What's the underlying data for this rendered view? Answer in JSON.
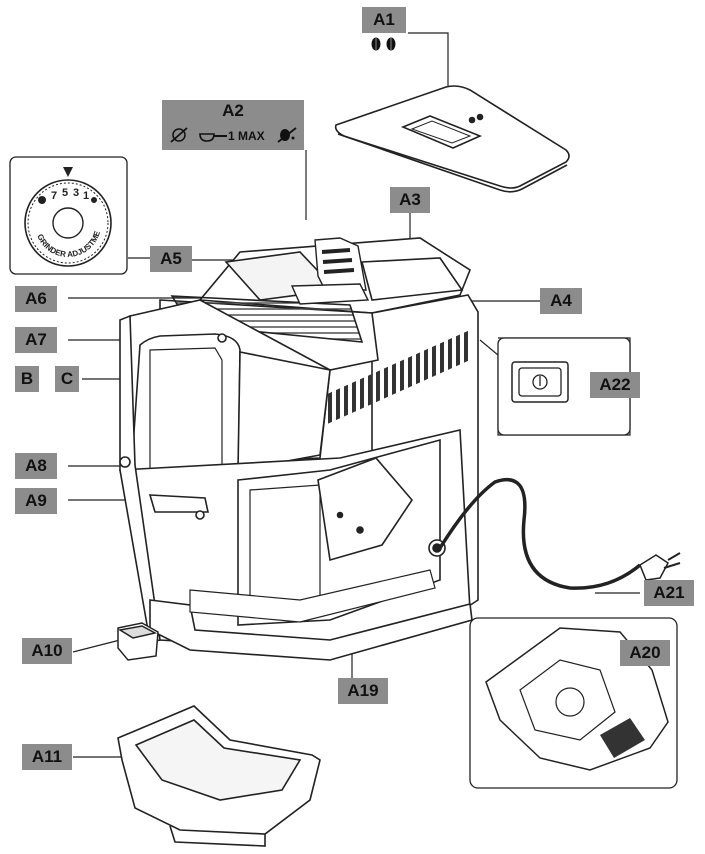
{
  "labels": {
    "a1": "A1",
    "a2": "A2",
    "a2_text": "1 MAX",
    "a3": "A3",
    "a4": "A4",
    "a5": "A5",
    "a6": "A6",
    "a7": "A7",
    "b": "B",
    "c": "C",
    "a8": "A8",
    "a9": "A9",
    "a10": "A10",
    "a11": "A11",
    "a19": "A19",
    "a20": "A20",
    "a21": "A21",
    "a22": "A22"
  },
  "dial": {
    "numbers": [
      "7",
      "5",
      "3",
      "1"
    ],
    "caption": "GRINDER ADJUSTMENT"
  },
  "colors": {
    "label_fill": "#8c8c8c",
    "line": "#222222"
  }
}
